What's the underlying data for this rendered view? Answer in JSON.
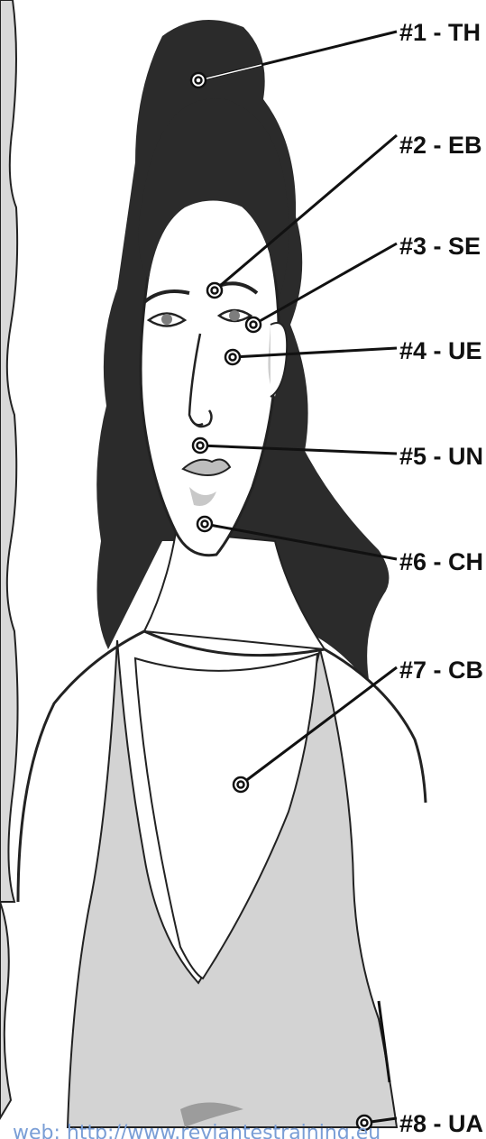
{
  "points": [
    {
      "id": 1,
      "label": "#1 - TH"
    },
    {
      "id": 2,
      "label": "#2 - EB"
    },
    {
      "id": 3,
      "label": "#3 - SE"
    },
    {
      "id": 4,
      "label": "#4 - UE"
    },
    {
      "id": 5,
      "label": "#5 - UN"
    },
    {
      "id": 6,
      "label": "#6 - CH"
    },
    {
      "id": 7,
      "label": "#7 - CB"
    },
    {
      "id": 8,
      "label": "#8 - UA"
    }
  ],
  "footer": {
    "url_text": "web: http://www.reviantestraining.eu"
  },
  "colors": {
    "hair": "#2b2b2b",
    "skin": "#ffffff",
    "shade": "#c8c8c8",
    "tank_top": "#d3d3d3",
    "link": "#7a9ed6"
  }
}
